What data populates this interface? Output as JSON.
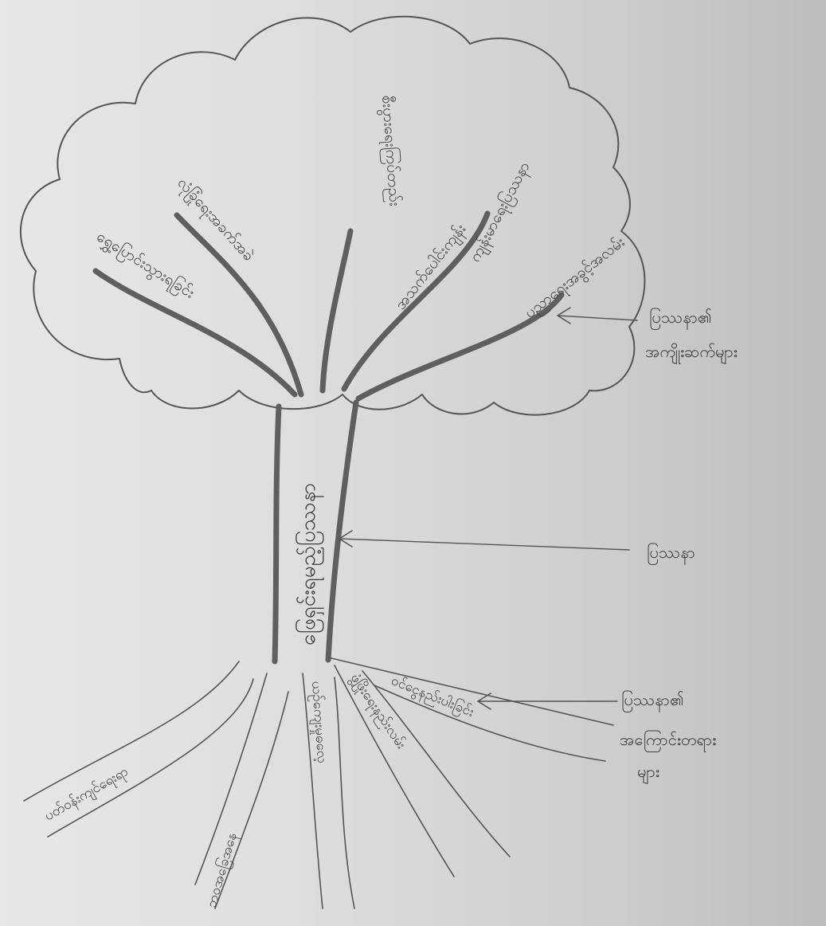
{
  "trunk": {
    "label": "ဖြေရှင်းရမည့်ပြဿနာ"
  },
  "branches": [
    {
      "label": "ရွှေ့ပြောင်းသွားရခြင်း"
    },
    {
      "label": "လုံခြုံရေးအခက်အခဲ"
    },
    {
      "label": "စီးပွားရေးကြပ်တည်း"
    },
    {
      "label": "အသက်ပေါင်းကျန်း"
    },
    {
      "label": "ကျန်းမာရေးပြဿနာ"
    },
    {
      "label": "ပညာရေးအခွင့်အလမ်း"
    }
  ],
  "roots": [
    {
      "label": "ပတ်ဝန်းကျင်ရေးရာ"
    },
    {
      "label": "ဘဝအခြေအနေ"
    },
    {
      "label": "ယဉ်ကျေးမှုဓလေ့"
    },
    {
      "label": "ဖွံ့ဖြိုးရေးနည်းလမ်း"
    },
    {
      "label": "ဝင်ငွေနည်းပါးခြင်း"
    }
  ],
  "callouts": {
    "effects": {
      "line1": "ပြဿနာ၏",
      "line2": "အကျိုးဆက်များ"
    },
    "problem": {
      "line1": "ပြဿနာ"
    },
    "causes": {
      "line1": "ပြဿနာ၏",
      "line2": "အကြောင်းတရား",
      "line3": "များ"
    }
  }
}
